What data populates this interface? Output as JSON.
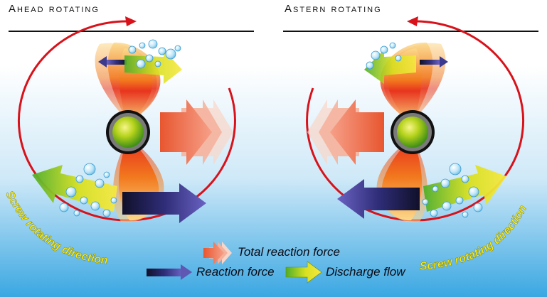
{
  "panels": {
    "left": {
      "title": "Ahead rotating",
      "rotation_label": "Screw rotating direction"
    },
    "right": {
      "title": "Astern rotating",
      "rotation_label": "Screw rotating direction"
    }
  },
  "legend": {
    "total_reaction_force": "Total reaction force",
    "reaction_force": "Reaction force",
    "discharge_flow": "Discharge flow"
  },
  "colors": {
    "rotation_arrow": "#d8121a",
    "total_force": "#f0705a",
    "reaction_force": "#3c3a8e",
    "discharge_flow": "#c8d820",
    "label_yellow": "#f4ec1c",
    "background_bottom": "#3aa7e2"
  }
}
